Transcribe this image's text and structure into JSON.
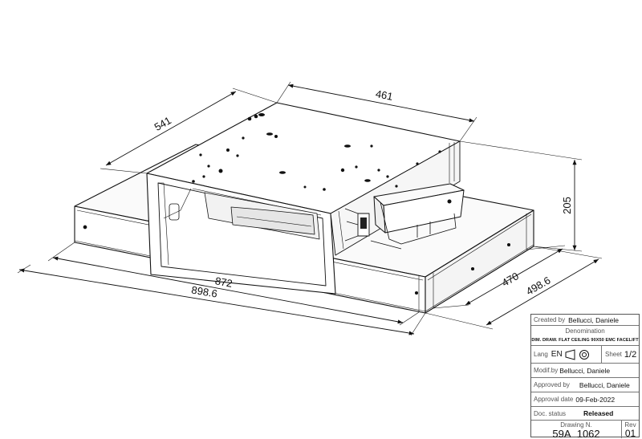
{
  "dimensions": {
    "top_width": "461",
    "top_depth": "541",
    "height": "205",
    "inner_width": "872",
    "outer_width": "898.6",
    "inner_depth": "470",
    "outer_depth": "498.6"
  },
  "title_block": {
    "created_by_label": "Created by",
    "created_by_value": "Bellucci, Daniele",
    "denomination_label": "Denomination",
    "denomination_value": "DIM. DRAW. FLAT CEILING 90X50 EMC FACELIFT",
    "lang_label": "Lang",
    "lang_value": "EN",
    "sheet_label": "Sheet",
    "sheet_value": "1/2",
    "modif_by_label": "Modif.by",
    "modif_by_value": "Bellucci, Daniele",
    "approved_by_label": "Approved by",
    "approved_by_value": "Bellucci, Daniele",
    "approval_date_label": "Approval date",
    "approval_date_value": "09-Feb-2022",
    "doc_status_label": "Doc. status",
    "doc_status_value": "Released",
    "drawing_no_label": "Drawing N.",
    "drawing_no_value": "59A_1062",
    "rev_label": "Rev",
    "rev_value": "01"
  }
}
